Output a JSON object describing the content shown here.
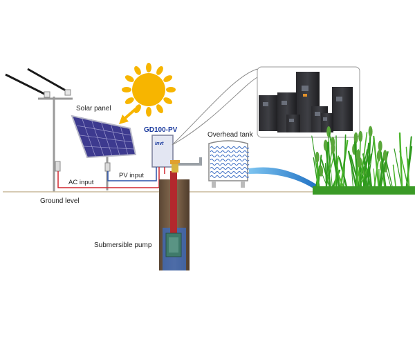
{
  "labels": {
    "solar_panel": "Solar panel",
    "controller_model": "GD100-PV",
    "brand": "invt",
    "overhead_tank": "Overhead tank",
    "ac_input": "AC input",
    "pv_input": "PV input",
    "ground_level": "Ground level",
    "submersible_pump": "Submersible pump"
  },
  "colors": {
    "sun": "#f7b500",
    "panel_cells": "#3d3a8f",
    "controller": "#e3e6f2",
    "brand_blue": "#1a3a9e",
    "wire_red": "#d0262f",
    "wire_blue": "#2850a8",
    "ground_line": "#c9b89a",
    "water": "#3a8fd8",
    "grass": "#2f9a1e",
    "pump_pipe": "#b3282d",
    "pump_body": "#3f7a6a",
    "tank_water": "#3a6cc4"
  },
  "icons": {
    "sun": "sun-icon",
    "arrow": "arrow-down-left-icon",
    "inverter_products": "inverter-product-group-icon"
  }
}
